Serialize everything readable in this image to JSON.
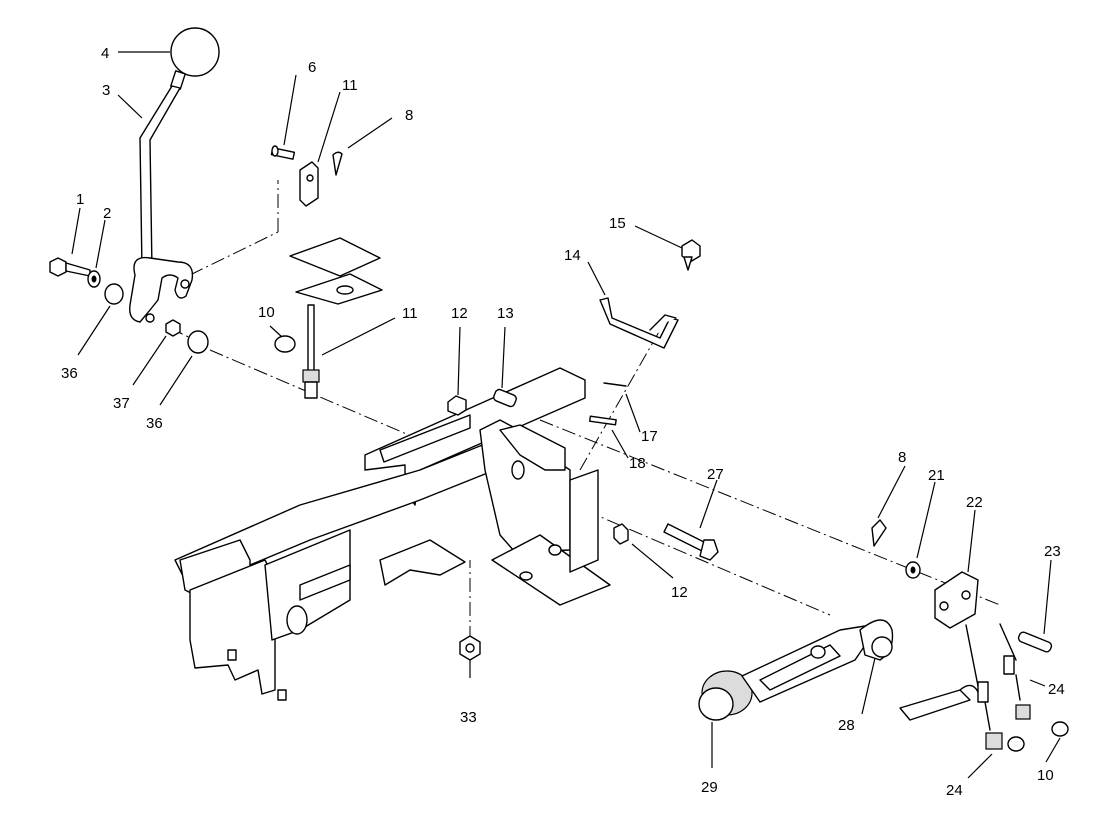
{
  "diagram": {
    "callouts": [
      {
        "id": "c4",
        "label": "4"
      },
      {
        "id": "c3",
        "label": "3"
      },
      {
        "id": "c6",
        "label": "6"
      },
      {
        "id": "c11a",
        "label": "11"
      },
      {
        "id": "c8a",
        "label": "8"
      },
      {
        "id": "c1",
        "label": "1"
      },
      {
        "id": "c2",
        "label": "2"
      },
      {
        "id": "c36a",
        "label": "36"
      },
      {
        "id": "c37",
        "label": "37"
      },
      {
        "id": "c36b",
        "label": "36"
      },
      {
        "id": "c10a",
        "label": "10"
      },
      {
        "id": "c11b",
        "label": "11"
      },
      {
        "id": "c12a",
        "label": "12"
      },
      {
        "id": "c13",
        "label": "13"
      },
      {
        "id": "c14",
        "label": "14"
      },
      {
        "id": "c15",
        "label": "15"
      },
      {
        "id": "c17",
        "label": "17"
      },
      {
        "id": "c18",
        "label": "18"
      },
      {
        "id": "c27",
        "label": "27"
      },
      {
        "id": "c12b",
        "label": "12"
      },
      {
        "id": "c8b",
        "label": "8"
      },
      {
        "id": "c21",
        "label": "21"
      },
      {
        "id": "c22",
        "label": "22"
      },
      {
        "id": "c23",
        "label": "23"
      },
      {
        "id": "c24a",
        "label": "24"
      },
      {
        "id": "c28",
        "label": "28"
      },
      {
        "id": "c33",
        "label": "33"
      },
      {
        "id": "c29",
        "label": "29"
      },
      {
        "id": "c24b",
        "label": "24"
      },
      {
        "id": "c10b",
        "label": "10"
      }
    ]
  }
}
